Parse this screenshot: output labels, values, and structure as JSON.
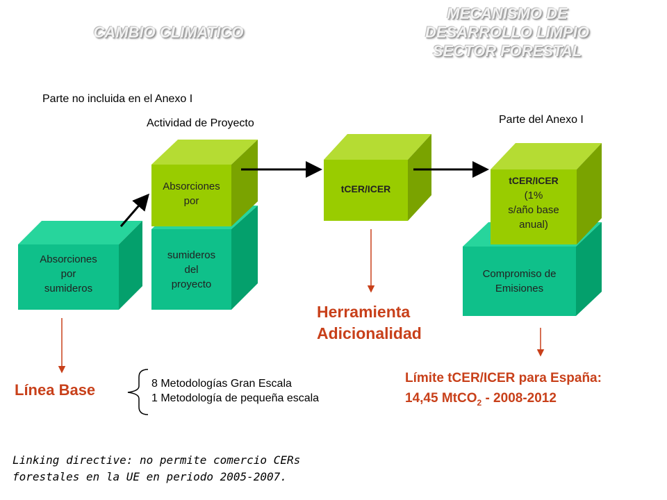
{
  "titles": {
    "left": "CAMBIO CLIMATICO",
    "right": [
      "MECANISMO DE",
      "DESARROLLO LIMPIO",
      "SECTOR FORESTAL"
    ]
  },
  "labels": {
    "parte_no_incluida": "Parte no incluida en el Anexo I",
    "actividad_proyecto": "Actividad de Proyecto",
    "parte_anexo": "Parte del Anexo I"
  },
  "boxes": {
    "absorciones_base": [
      "Absorciones",
      "por",
      "sumideros"
    ],
    "proyecto_top": [
      "Absorciones",
      "por"
    ],
    "proyecto_bottom": [
      "sumideros",
      "del",
      "proyecto"
    ],
    "tcer": "tCER/ICER",
    "anexo_top": [
      "tCER/ICER",
      "(1%",
      "s/año base",
      "anual)"
    ],
    "compromiso": [
      "Compromiso de",
      "Emisiones"
    ]
  },
  "outcomes": {
    "linea_base": "Línea Base",
    "herramienta": [
      "Herramienta",
      "Adicionalidad"
    ],
    "limite_line1": "Límite tCER/ICER para España:",
    "limite_line2_prefix": "14,45 MtCO",
    "limite_line2_sub": "2",
    "limite_line2_suffix": " - 2008-2012"
  },
  "methodologies": [
    "8 Metodologías Gran Escala",
    "1 Metodología de pequeña escala"
  ],
  "note": [
    "Linking directive: no permite comercio CERs",
    "forestales en la UE en periodo 2005-2007."
  ],
  "colors": {
    "teal_front": "#0fc08a",
    "teal_top": "#27d59c",
    "teal_side": "#04a06c",
    "lime_front": "#99cc00",
    "lime_top": "#b5dc33",
    "lime_side": "#7aa300",
    "arrow_red": "#c8401a"
  }
}
